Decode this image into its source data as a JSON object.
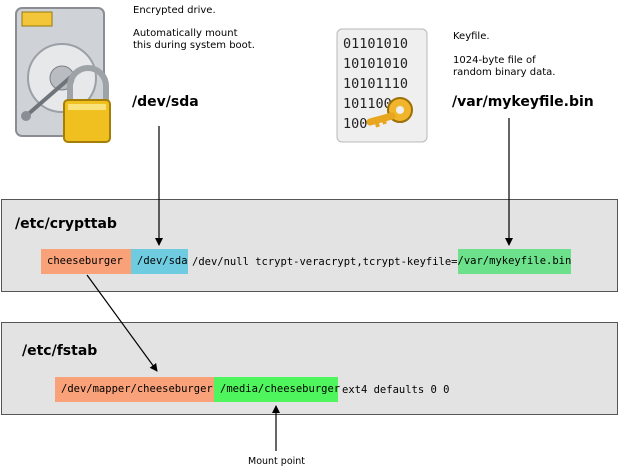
{
  "drive": {
    "icon": "hard-drive-lock-icon",
    "title": "Encrypted drive.",
    "description_line1": "Automatically mount",
    "description_line2": "this during system boot.",
    "path": "/dev/sda"
  },
  "keyfile": {
    "icon": "binary-key-icon",
    "icon_text": [
      "01101010",
      "10101010",
      "10101110",
      "101100",
      "100"
    ],
    "title": "Keyfile.",
    "description_line1": "1024-byte file of",
    "description_line2": "random binary data.",
    "path": "/var/mykeyfile.bin"
  },
  "crypttab": {
    "title": "/etc/crypttab",
    "name_field": "cheeseburger",
    "device_field": "/dev/sda",
    "middle_text": "/dev/null tcrypt-veracrypt,tcrypt-keyfile=",
    "keyfile_field": "/var/mykeyfile.bin"
  },
  "fstab": {
    "title": "/etc/fstab",
    "mapper_field": "/dev/mapper/cheeseburger",
    "mount_field": "/media/cheeseburger",
    "rest_text": "ext4 defaults 0 0"
  },
  "mount_point_label": "Mount point",
  "colors": {
    "orange": "#f9a27a",
    "blue": "#6fcbe0",
    "green": "#6ce08a",
    "bright_green": "#4ff55c",
    "panel_bg": "#e3e3e3"
  }
}
